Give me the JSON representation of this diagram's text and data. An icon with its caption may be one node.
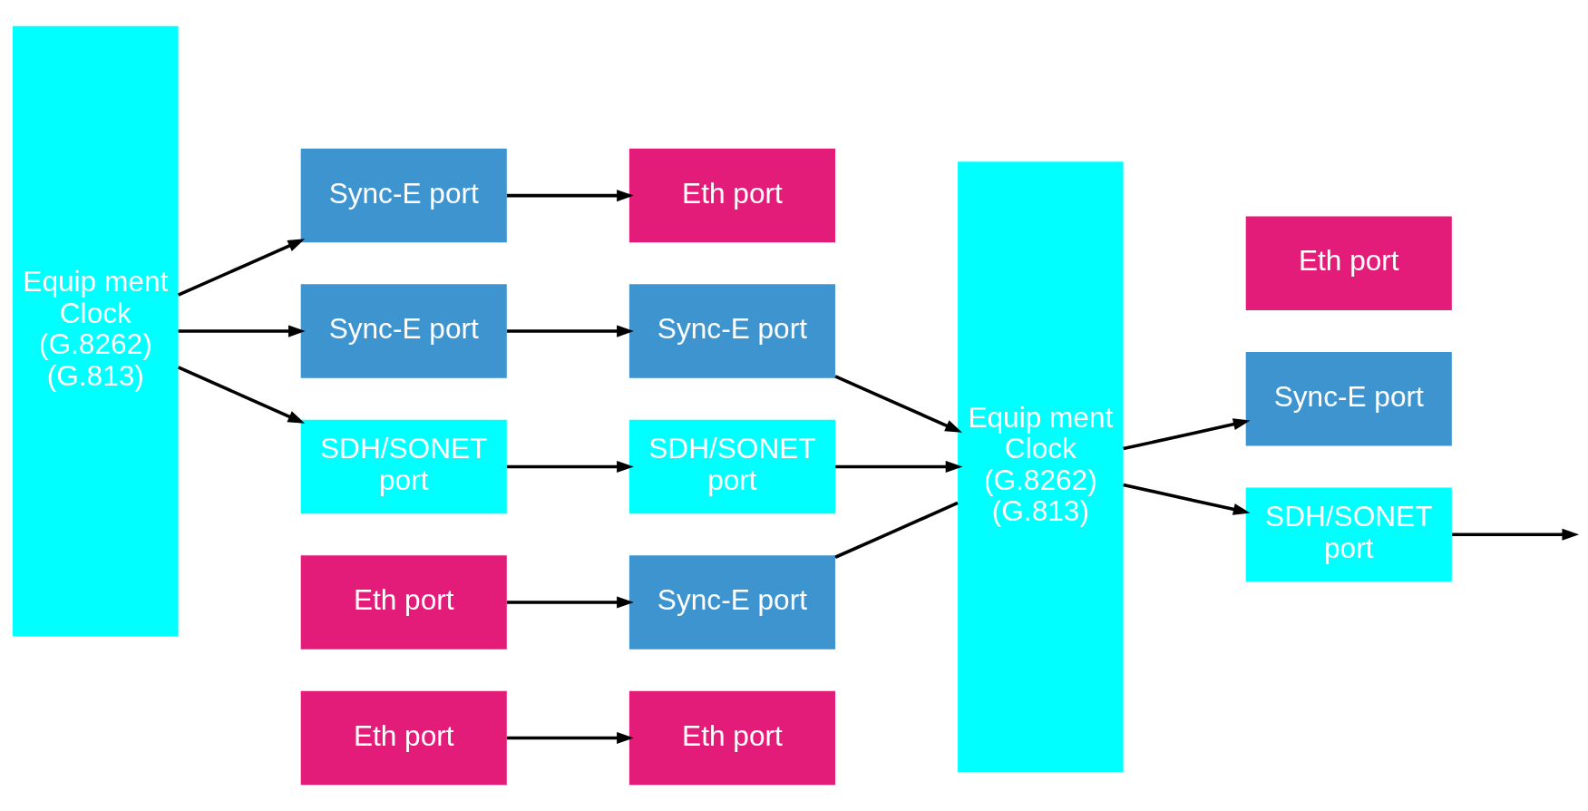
{
  "diagram": {
    "nodes": [
      {
        "text": [
          "Eth port"
        ]
      },
      {
        "text": [
          "Eth port"
        ]
      },
      {
        "text": [
          "Equip ment Clock (G.8262) (G.813)"
        ]
      },
      {
        "text": [
          "Eth port"
        ]
      },
      {
        "text": [
          "Eth port"
        ]
      },
      {
        "text": [
          "Equip ment Clock (G.8262) (G.813)"
        ]
      },
      {
        "text": [
          "Sync-E port"
        ]
      },
      {
        "text": [
          "Sync-E port"
        ]
      },
      {
        "text": [
          "Sync-E port"
        ]
      },
      {
        "text": [
          "Sync-E port"
        ]
      },
      {
        "text": [
          "Sync-E port"
        ]
      },
      {
        "text": [
          "Eth port"
        ]
      },
      {
        "text": [
          "SDH/SONET port"
        ]
      },
      {
        "text": [
          "SDH/SONET port"
        ]
      },
      {
        "text": [
          "SDH/SONET port"
        ]
      }
    ],
    "edges": [
      {
        "from": 0,
        "to": 1,
        "arrow": "to"
      },
      {
        "from": 2,
        "to": 6,
        "arrow": "to"
      },
      {
        "from": 2,
        "to": 9,
        "arrow": "to"
      },
      {
        "from": 2,
        "to": 12,
        "arrow": "to"
      },
      {
        "from": 3,
        "to": 7,
        "arrow": "to"
      },
      {
        "from": 6,
        "to": 4,
        "arrow": "to"
      },
      {
        "from": 7,
        "to": 5,
        "arrow": "none"
      },
      {
        "from": 9,
        "to": 10,
        "arrow": "to"
      },
      {
        "from": 10,
        "to": 5,
        "arrow": "to"
      },
      {
        "from": 12,
        "to": 13,
        "arrow": "to"
      },
      {
        "from": 13,
        "to": 5,
        "arrow": "to"
      },
      {
        "from": 5,
        "to": 8,
        "arrow": "to"
      },
      {
        "from": 5,
        "to": 14,
        "arrow": "to"
      },
      {
        "from": 14,
        "to": null,
        "arrow": "to"
      }
    ]
  }
}
